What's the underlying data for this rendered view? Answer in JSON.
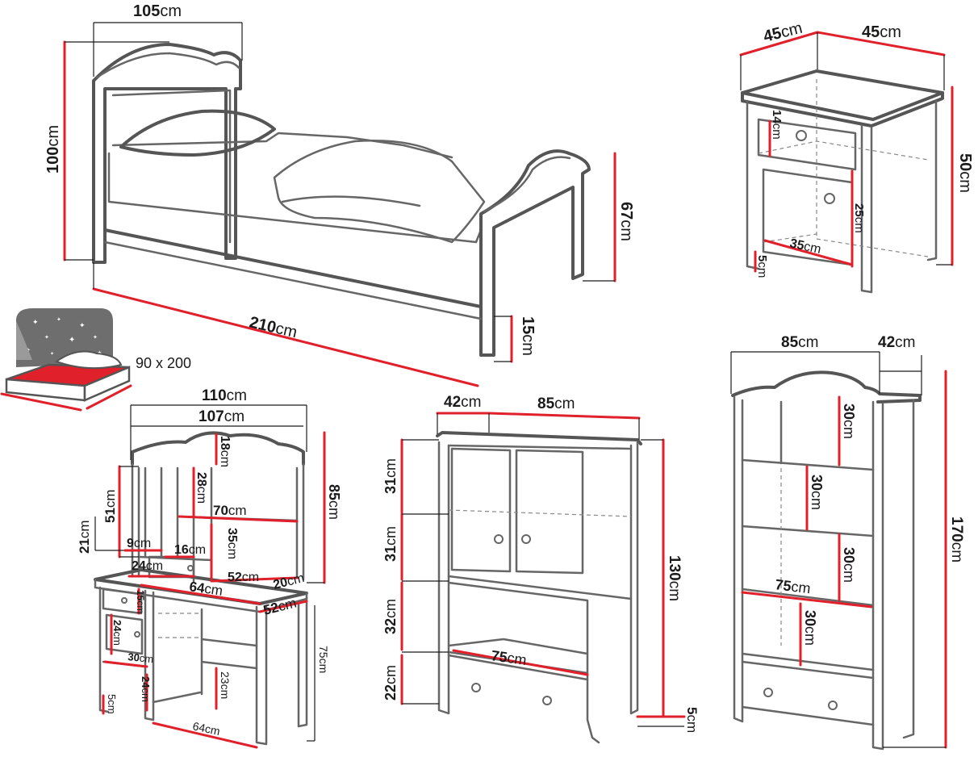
{
  "unit": "cm",
  "mattress": {
    "size_label": "90 x 200",
    "colors": {
      "mattress": "#e0202a",
      "night_sky": "#6e6e6e"
    }
  },
  "bed": {
    "width": "105",
    "length": "210",
    "head_height": "100",
    "foot_height": "67",
    "clearance": "15"
  },
  "nightstand": {
    "depth": "45",
    "width": "45",
    "height": "50",
    "drawer_height": "14",
    "cabinet_height": "25",
    "inner_width": "35",
    "leg_height": "5"
  },
  "desk": {
    "outer_width": "110",
    "top_width": "107",
    "crest": "18",
    "upper_shelf": "28",
    "shelf_width": "70",
    "left_51": "51",
    "left_21": "21",
    "niche_9": "9",
    "niche_16": "16",
    "cell_35": "35",
    "cell_24": "24",
    "shelf_52": "52",
    "shelf_depth_20": "20",
    "total_height": "85",
    "top_64": "64",
    "top_depth": "52",
    "drawer_15": "15",
    "door_24": "24",
    "inner_30": "30",
    "leg_24": "24",
    "knee_23": "23",
    "leg_5": "5",
    "base_64": "64",
    "height_75": "75"
  },
  "wardrobe": {
    "depth": "42",
    "width": "85",
    "sec_top": "31",
    "sec_mid": "31",
    "sec_open": "32",
    "drawer": "22",
    "height": "130",
    "inner": "75",
    "leg": "5"
  },
  "bookcase": {
    "width": "85",
    "depth": "42",
    "height": "170",
    "shelf_1": "30",
    "shelf_2": "30",
    "shelf_3": "30",
    "shelf_4": "30",
    "inner": "75"
  },
  "colors": {
    "accent": "#e0202a",
    "outline": "#555555",
    "text": "#1a1a1a"
  }
}
